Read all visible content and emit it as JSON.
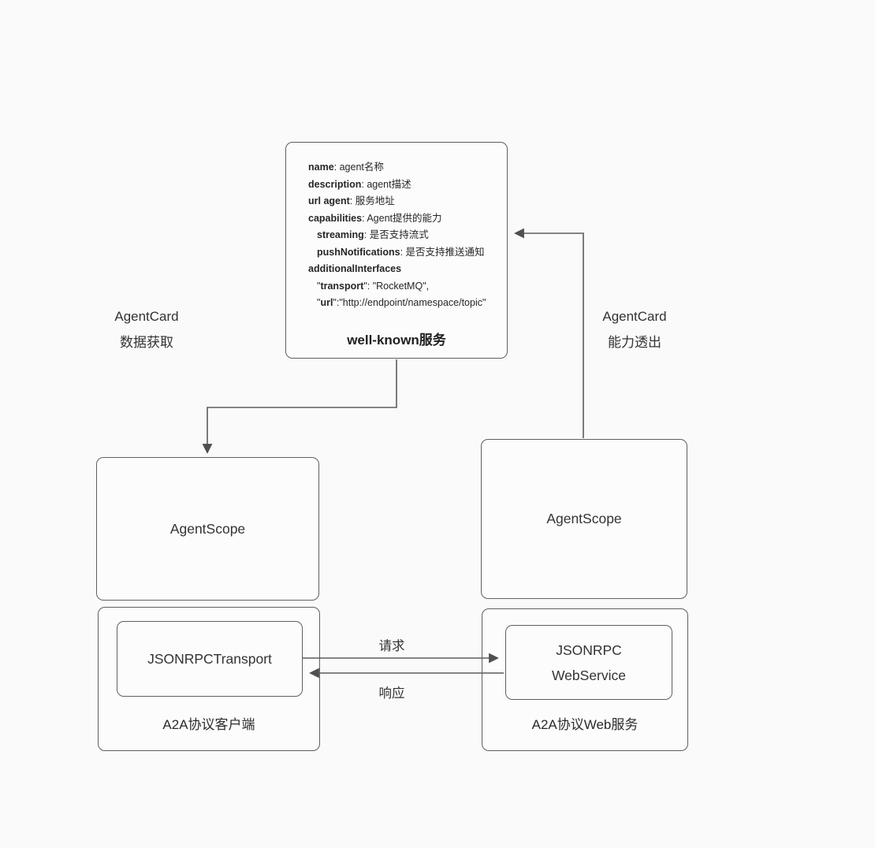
{
  "canvas": {
    "background": "#fafafa",
    "stroke_color": "#5c5c5c",
    "text_color": "#2a2a2a"
  },
  "well_known": {
    "title": "well-known服务",
    "lines": [
      {
        "pre": "",
        "bold": "name",
        "rest": ": agent名称"
      },
      {
        "pre": "",
        "bold": "description",
        "rest": ": agent描述"
      },
      {
        "pre": "",
        "bold": "url agent",
        "rest": ": 服务地址"
      },
      {
        "pre": "",
        "bold": "capabilities",
        "rest": ": Agent提供的能力"
      },
      {
        "pre": "",
        "bold": "streaming",
        "rest": ": 是否支持流式"
      },
      {
        "pre": "",
        "bold": "pushNotifications",
        "rest": ": 是否支持推送通知"
      },
      {
        "pre": "",
        "bold": "additionalInterfaces",
        "rest": ""
      },
      {
        "pre": "\"",
        "bold": "transport",
        "rest": "\": \"RocketMQ\","
      },
      {
        "pre": "\"",
        "bold": "url",
        "rest": "\":\"http://endpoint/namespace/topic\""
      }
    ]
  },
  "labels": {
    "agentcard_fetch_line1": "AgentCard",
    "agentcard_fetch_line2": "数据获取",
    "agentcard_expose_line1": "AgentCard",
    "agentcard_expose_line2": "能力透出",
    "request": "请求",
    "response": "响应"
  },
  "nodes": {
    "agentscope_left": "AgentScope",
    "agentscope_right": "AgentScope",
    "client_inner": "JSONRPCTransport",
    "client_label": "A2A协议客户端",
    "server_inner_line1": "JSONRPC",
    "server_inner_line2": "WebService",
    "server_label": "A2A协议Web服务"
  }
}
